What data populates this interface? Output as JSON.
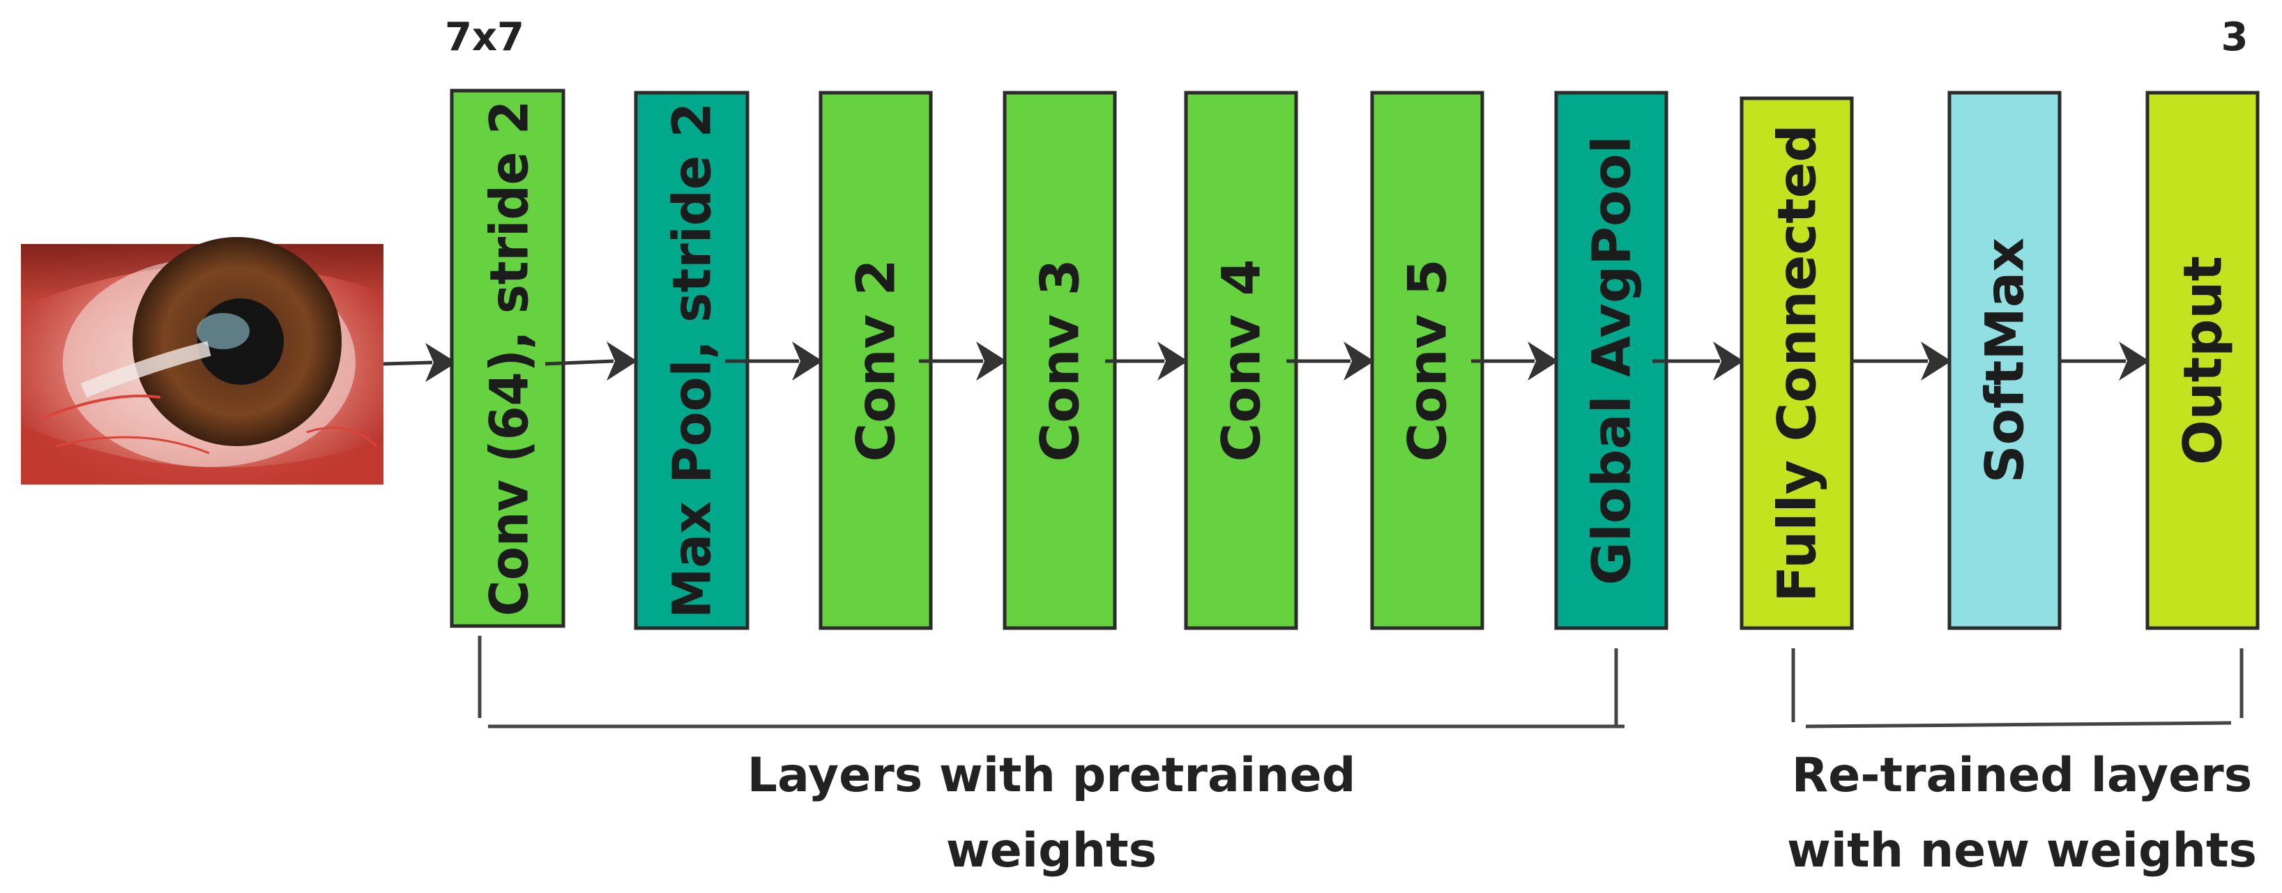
{
  "labels": {
    "kernel": "7x7",
    "classes": "3"
  },
  "layers": [
    {
      "label": "Conv (64), stride 2",
      "color": "#66d23f"
    },
    {
      "label": "Max Pool, stride 2",
      "color": "#00a98c"
    },
    {
      "label": "Conv 2",
      "color": "#66d23f"
    },
    {
      "label": "Conv 3",
      "color": "#66d23f"
    },
    {
      "label": "Conv 4",
      "color": "#66d23f"
    },
    {
      "label": "Conv 5",
      "color": "#66d23f"
    },
    {
      "label": "Global AvgPool",
      "color": "#00a98c"
    },
    {
      "label": "Fully Connected",
      "color": "#c4e31f"
    },
    {
      "label": "SoftMax",
      "color": "#8fdfe3"
    },
    {
      "label": "Output",
      "color": "#c4e31f"
    }
  ],
  "groups": {
    "pretrained": {
      "line1": "Layers with pretrained",
      "line2": "weights"
    },
    "retrained": {
      "line1": "Re-trained layers",
      "line2": "with new weights"
    }
  },
  "input_image": {
    "icon": "eye-photo-icon"
  }
}
